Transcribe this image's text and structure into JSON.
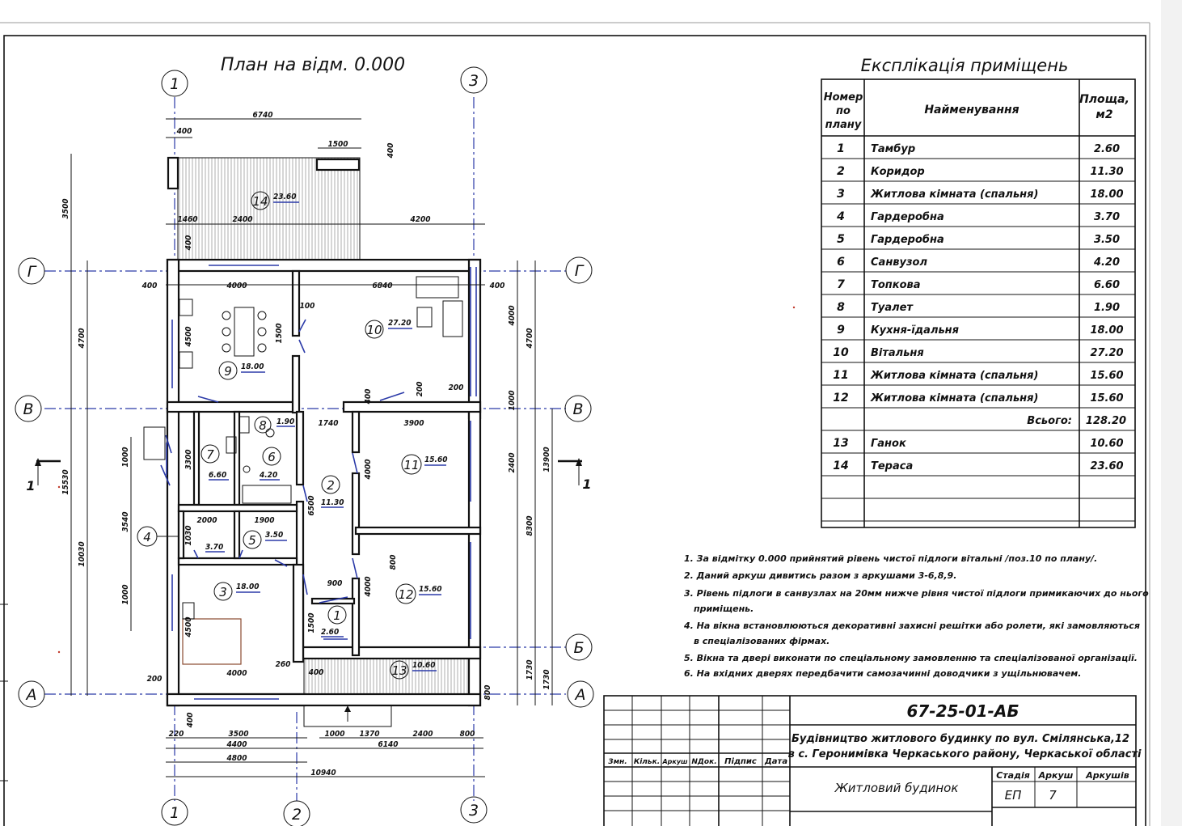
{
  "plan_title": "План на відм. 0.000",
  "axes": {
    "vertical": [
      "1",
      "2",
      "3"
    ],
    "horizontal": [
      "Г",
      "В",
      "Б",
      "А"
    ],
    "section_mark": "1"
  },
  "dimensions": {
    "top": [
      "6740",
      "400",
      "1500",
      "400",
      "1460",
      "2400",
      "4200",
      "3500"
    ],
    "plan_top": [
      "400",
      "4000",
      "6840",
      "400",
      "100",
      "1500",
      "4500",
      "200",
      "200",
      "1740",
      "3900"
    ],
    "left": [
      "4700",
      "15530",
      "10030",
      "3300",
      "1000",
      "3540",
      "1000",
      "1030",
      "2000",
      "1900",
      "6500",
      "4500",
      "1500",
      "900",
      "260",
      "400",
      "200",
      "4000",
      "4000",
      "4000",
      "800"
    ],
    "right": [
      "4000",
      "4700",
      "1000",
      "13900",
      "2400",
      "8300",
      "1730",
      "1730",
      "800",
      "400"
    ],
    "bottom": [
      "220",
      "3500",
      "4400",
      "4800",
      "1000",
      "1370",
      "2400",
      "800",
      "6140",
      "10940",
      "400"
    ]
  },
  "rooms_on_plan": [
    {
      "num": "1",
      "area": "2.60"
    },
    {
      "num": "2",
      "area": "11.30"
    },
    {
      "num": "3",
      "area": "18.00"
    },
    {
      "num": "4",
      "area": "3.70"
    },
    {
      "num": "5",
      "area": "3.50"
    },
    {
      "num": "6",
      "area": "4.20"
    },
    {
      "num": "7",
      "area": "6.60"
    },
    {
      "num": "8",
      "area": "1.90"
    },
    {
      "num": "9",
      "area": "18.00"
    },
    {
      "num": "10",
      "area": "27.20"
    },
    {
      "num": "11",
      "area": "15.60"
    },
    {
      "num": "12",
      "area": "15.60"
    },
    {
      "num": "13",
      "area": "10.60"
    },
    {
      "num": "14",
      "area": "23.60"
    }
  ],
  "explication": {
    "title": "Експлікація приміщень",
    "headers": [
      "Номер по плану",
      "Найменування",
      "Площа, м2"
    ],
    "header_lines": {
      "num": [
        "Номер",
        "по",
        "плану"
      ],
      "name": "Найменування",
      "area": [
        "Площа,",
        "м2"
      ]
    },
    "rows": [
      {
        "num": "1",
        "name": "Тамбур",
        "area": "2.60"
      },
      {
        "num": "2",
        "name": "Коридор",
        "area": "11.30"
      },
      {
        "num": "3",
        "name": "Житлова кімната (спальня)",
        "area": "18.00"
      },
      {
        "num": "4",
        "name": "Гардеробна",
        "area": "3.70"
      },
      {
        "num": "5",
        "name": "Гардеробна",
        "area": "3.50"
      },
      {
        "num": "6",
        "name": "Санвузол",
        "area": "4.20"
      },
      {
        "num": "7",
        "name": "Топкова",
        "area": "6.60"
      },
      {
        "num": "8",
        "name": "Туалет",
        "area": "1.90"
      },
      {
        "num": "9",
        "name": "Кухня-їдальня",
        "area": "18.00"
      },
      {
        "num": "10",
        "name": "Вітальня",
        "area": "27.20"
      },
      {
        "num": "11",
        "name": "Житлова кімната (спальня)",
        "area": "15.60"
      },
      {
        "num": "12",
        "name": "Житлова кімната (спальня)",
        "area": "15.60"
      }
    ],
    "total_label": "Всього:",
    "total_value": "128.20",
    "extra_rows": [
      {
        "num": "13",
        "name": "Ганок",
        "area": "10.60"
      },
      {
        "num": "14",
        "name": "Тераса",
        "area": "23.60"
      }
    ]
  },
  "notes": [
    "1. За відмітку 0.000 прийнятий рівень чистої підлоги вітальні /поз.10 по плану/.",
    "2. Даний аркуш дивитись разом з аркушами 3-6,8,9.",
    "3. Рівень підлоги в санвузлах на 20мм нижче рівня чистої підлоги примикаючих до нього",
    "приміщень.",
    "4. На вікна встановлюються декоративні захисні решітки або ролети, які замовляються",
    "в спеціалізованих фірмах.",
    "5. Вікна та двері виконати по спеціальному замовленню та спеціалізованої організації.",
    "6. На вхідних дверях передбачити самозачинні доводчики з ущільнювачем."
  ],
  "title_block": {
    "code": "67-25-01-АБ",
    "project_line1": "Будівництво житлового будинку по вул. Смілянська,12",
    "project_line2": "в с. Геронимівка Черкаського району, Черкаської області",
    "object_name": "Житловий будинок",
    "stamp_headers": [
      "Змн.",
      "Кільк.",
      "Аркуш",
      "NДок.",
      "Підпис",
      "Дата"
    ],
    "stage_header": "Стадія",
    "sheet_header": "Аркуш",
    "sheets_header": "Аркушів",
    "stage_value": "ЕП",
    "sheet_value": "7"
  }
}
